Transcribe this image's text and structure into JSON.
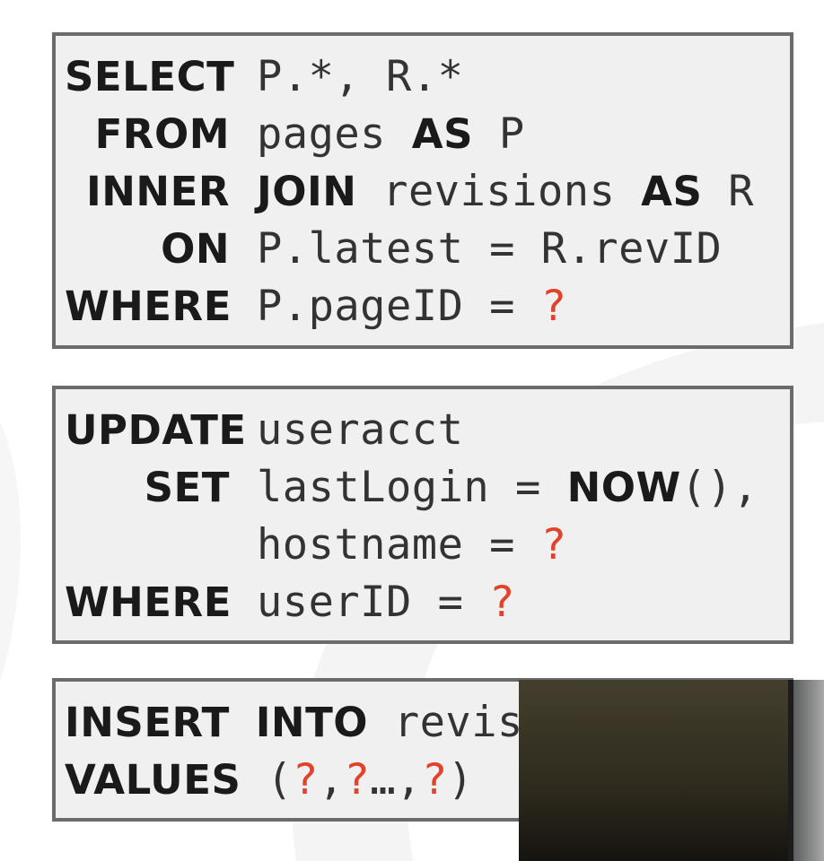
{
  "colors": {
    "keyword": "#1a1a1a",
    "text": "#333333",
    "placeholder": "#e2412a",
    "border": "#6b6b6b"
  },
  "select": {
    "l1_kw": "SELECT",
    "l1_rest": "P.*, R.*",
    "l2_kw": "FROM",
    "l2_a": "pages ",
    "l2_as": "AS",
    "l2_b": " P",
    "l3_kw": "INNER",
    "l3_join": "JOIN",
    "l3_a": " revisions ",
    "l3_as": "AS",
    "l3_b": " R",
    "l4_kw": "ON",
    "l4_rest": "P.latest = R.revID",
    "l5_kw": "WHERE",
    "l5_rest": "P.pageID = ",
    "l5_ph": "?"
  },
  "update": {
    "l1_kw": "UPDATE",
    "l1_rest": "useracct",
    "l2_kw": "SET",
    "l2_a": "lastLogin = ",
    "l2_now": "NOW",
    "l2_b": "(),",
    "l3_a": "hostname = ",
    "l3_ph": "?",
    "l4_kw": "WHERE",
    "l4_a": "userID = ",
    "l4_ph": "?"
  },
  "insert": {
    "l1_kw": "INSERT",
    "l1_into": "INTO",
    "l1_rest": " revis",
    "l2_kw": "VALUES",
    "l2_open": "(",
    "p1": "?",
    "c1": ",",
    "p2": "?",
    "dots": "…,",
    "p3": "?",
    "l2_close": ")"
  }
}
